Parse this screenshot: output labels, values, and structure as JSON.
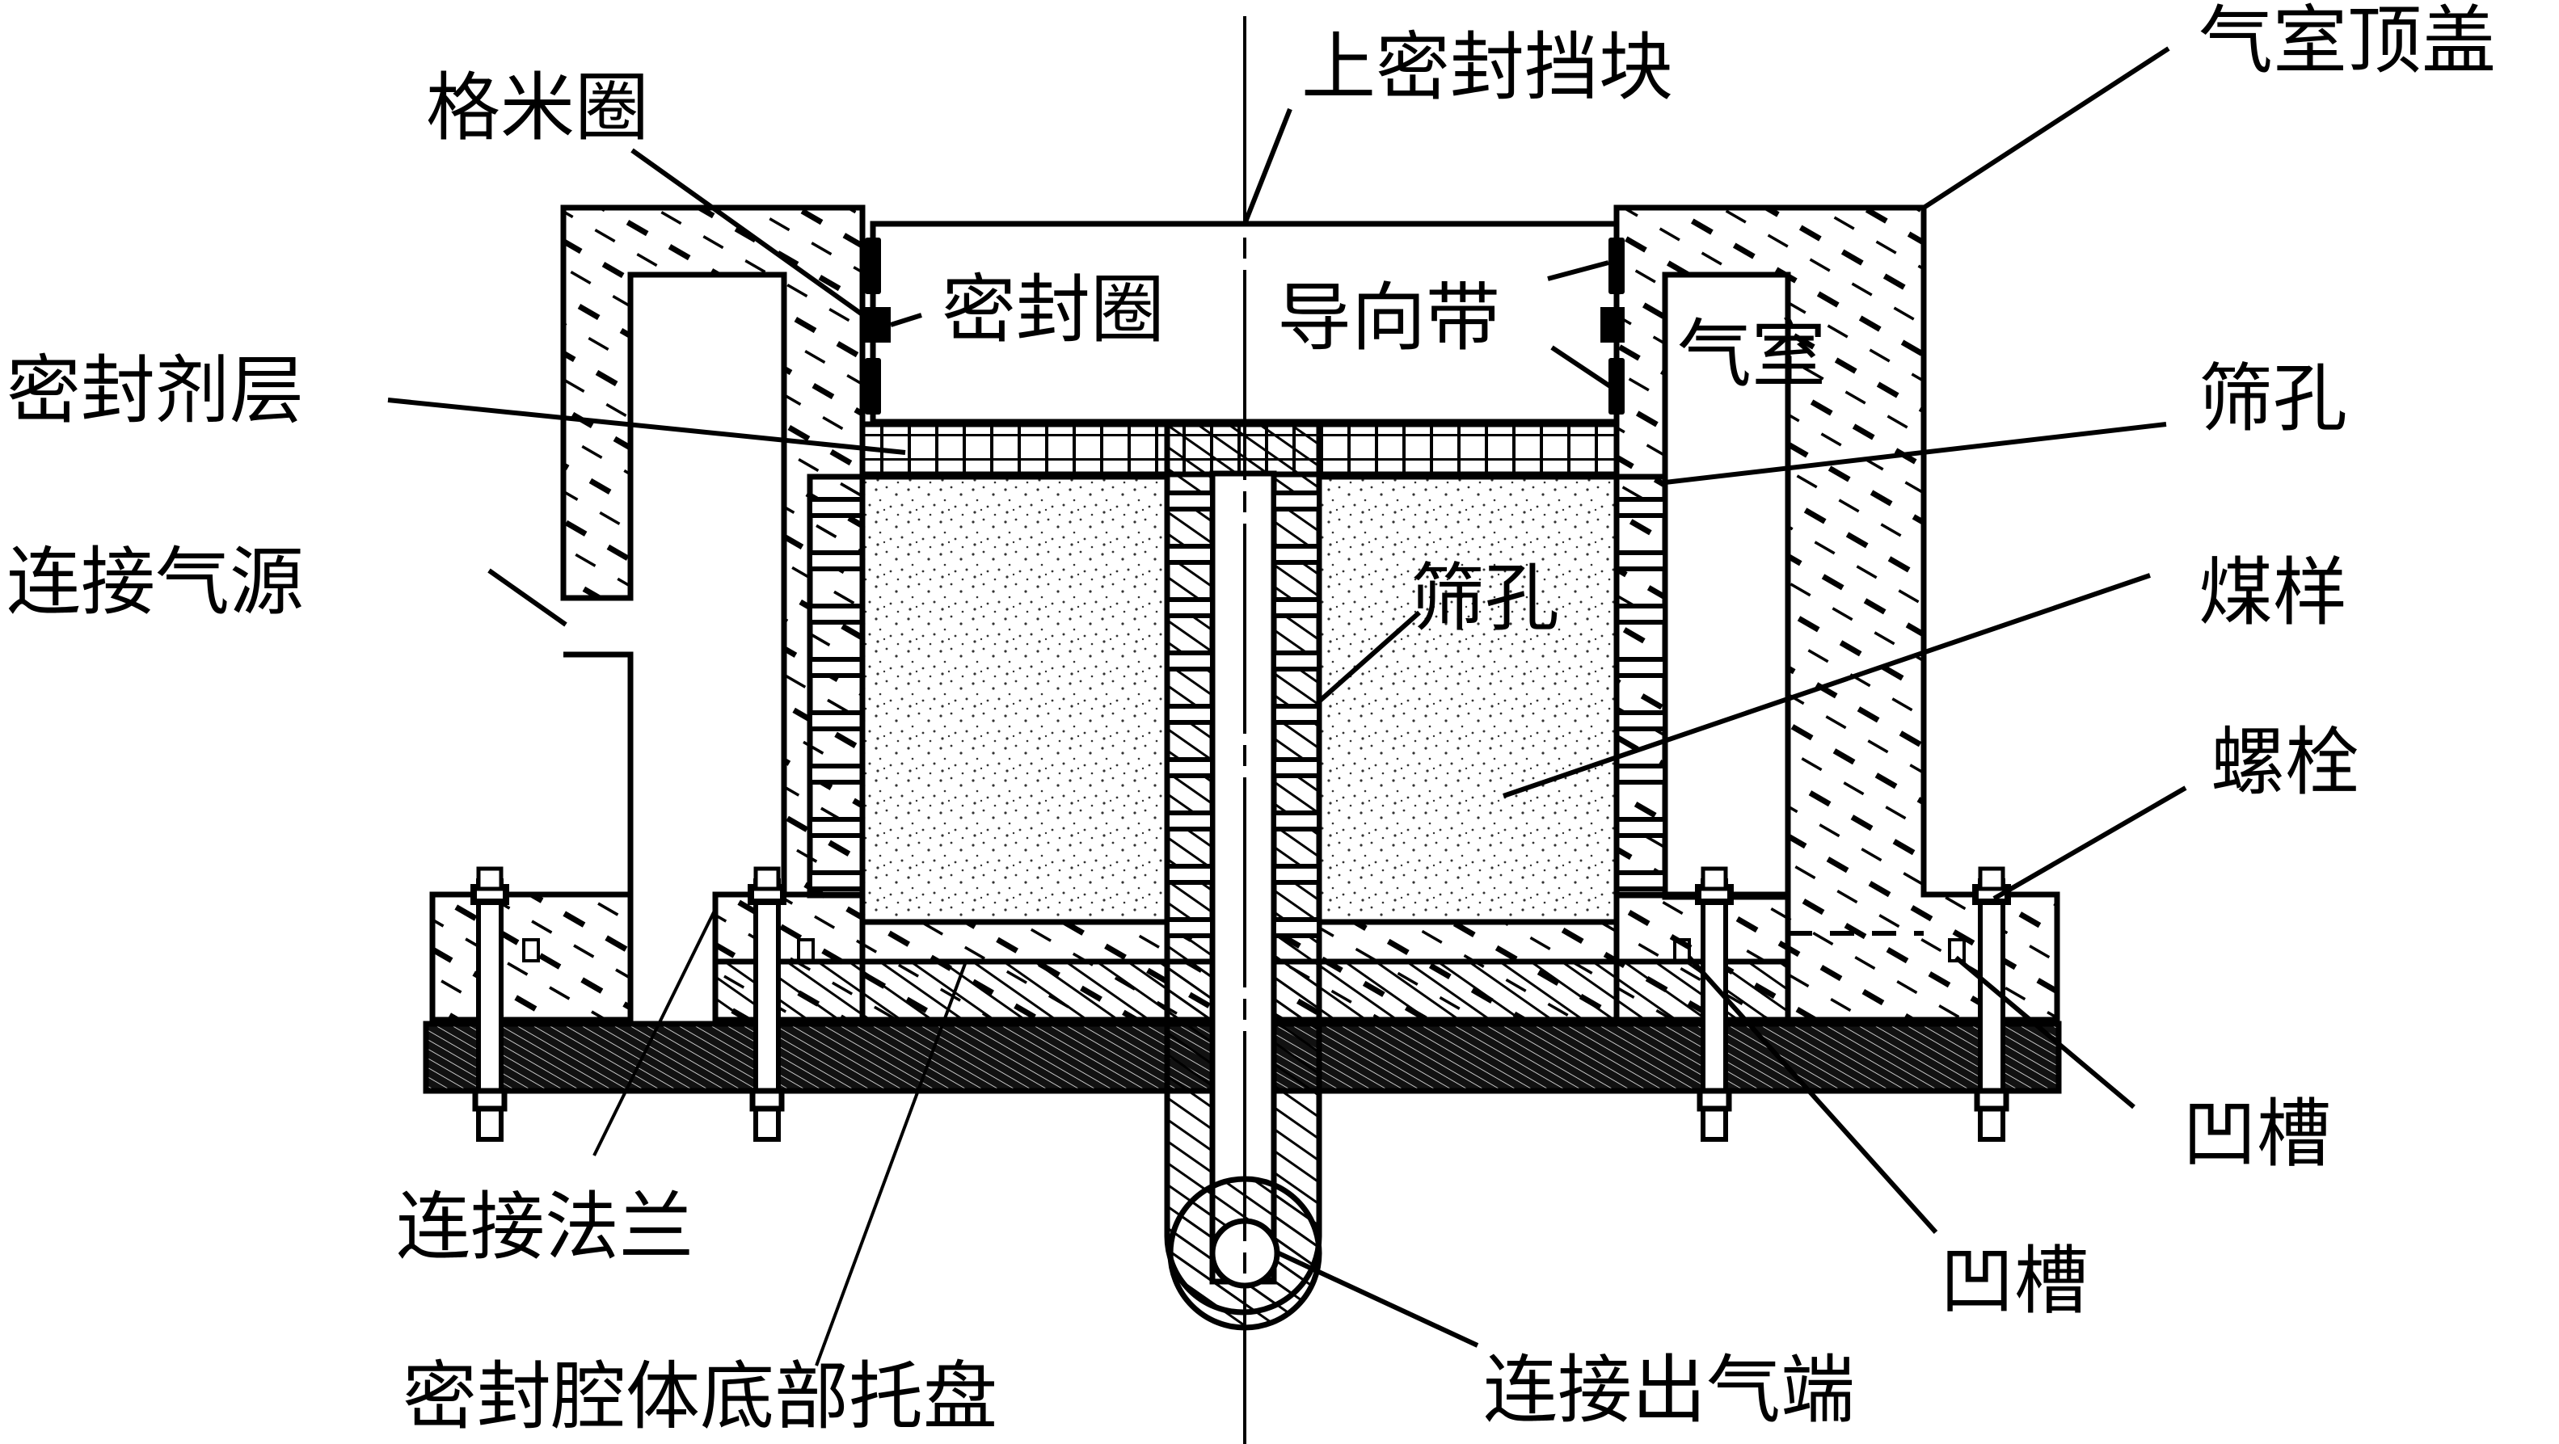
{
  "diagram": {
    "title": "密封腔体结构示意图",
    "colors": {
      "ink": "#000000",
      "paper": "#ffffff",
      "sample_dot": "#333333"
    },
    "labels": {
      "gemi_ring": "格米圈",
      "upper_seal_block": "上密封挡块",
      "chamber_top_cover": "气室顶盖",
      "seal_ring": "密封圈",
      "guide_band": "导向带",
      "gas_chamber": "气室",
      "sealant_layer": "密封剂层",
      "sieve_hole_outer": "筛孔",
      "gas_source": "连接气源",
      "sieve_hole_inner": "筛孔",
      "coal_sample": "煤样",
      "bolt": "螺栓",
      "groove_right": "凹槽",
      "flange": "连接法兰",
      "groove_center": "凹槽",
      "bottom_tray": "密封腔体底部托盘",
      "gas_outlet": "连接出气端"
    }
  }
}
